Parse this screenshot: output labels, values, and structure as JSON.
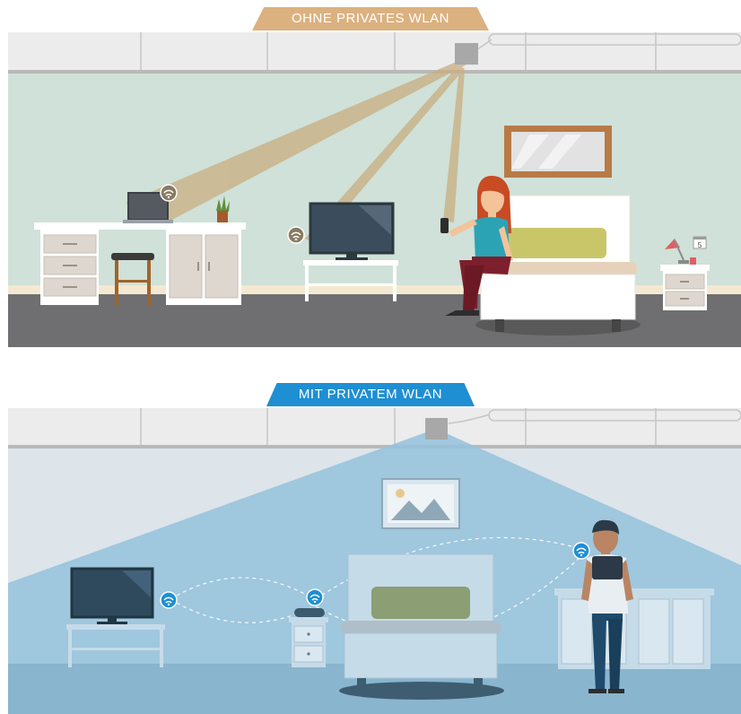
{
  "top_panel": {
    "label": "OHNE PRIVATES WLAN",
    "tab_color": "#dbb17f",
    "wall_color": "#cfe1d8",
    "beam_color": "#c9ae80",
    "calendar_day": "5"
  },
  "bottom_panel": {
    "label": "MIT PRIVATEM WLAN",
    "tab_color": "#1e8fd2",
    "coverage_color": "#94c2dc",
    "wifi_color": "#1e8fd2"
  }
}
